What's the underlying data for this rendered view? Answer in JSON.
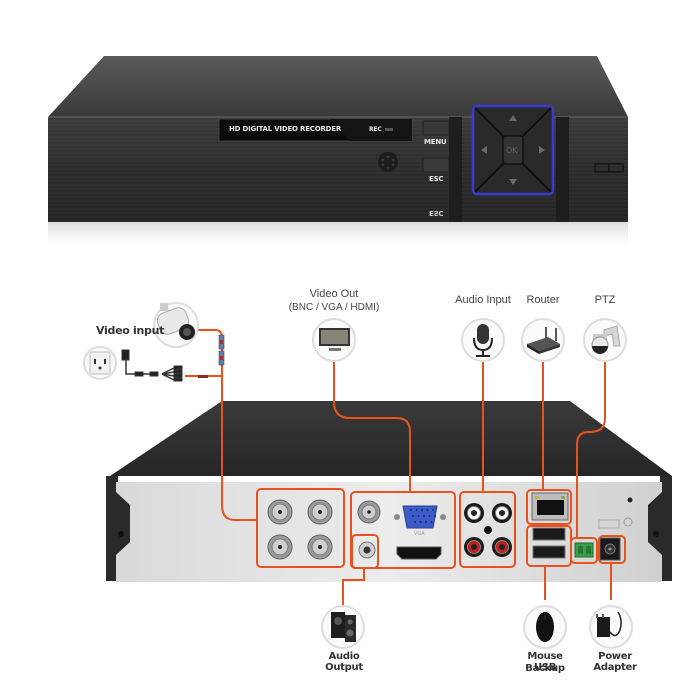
{
  "front_panel": {
    "display_text": "HD DIGITAL VIDEO RECORDER",
    "rec_label": "REC",
    "menu_label": "MENU",
    "esc_label": "ESC",
    "ok_label": "OK",
    "dpad_accent": "#3a3ad0",
    "body_color": "#2e2e2e"
  },
  "connections": {
    "line_color": "#e8521e",
    "video_input": {
      "label": "Video input"
    },
    "video_out": {
      "label": "Video Out",
      "sublabel": "(BNC / VGA / HDMI)"
    },
    "audio_input": {
      "label": "Audio Input"
    },
    "router": {
      "label": "Router"
    },
    "ptz": {
      "label": "PTZ"
    },
    "audio_output": {
      "label": "Audio Output"
    },
    "mouse_usb": {
      "label_line1": "Mouse USB",
      "label_line2": "Backup"
    },
    "power_adapter": {
      "label": "Power Adapter"
    }
  },
  "rear_panel": {
    "vga_label": "VGA",
    "ports": [
      "BNC video in x4",
      "BNC video out",
      "VGA",
      "HDMI",
      "RCA audio x4",
      "RJ45 LAN",
      "USB x2",
      "RS485 terminal",
      "DC power"
    ]
  }
}
